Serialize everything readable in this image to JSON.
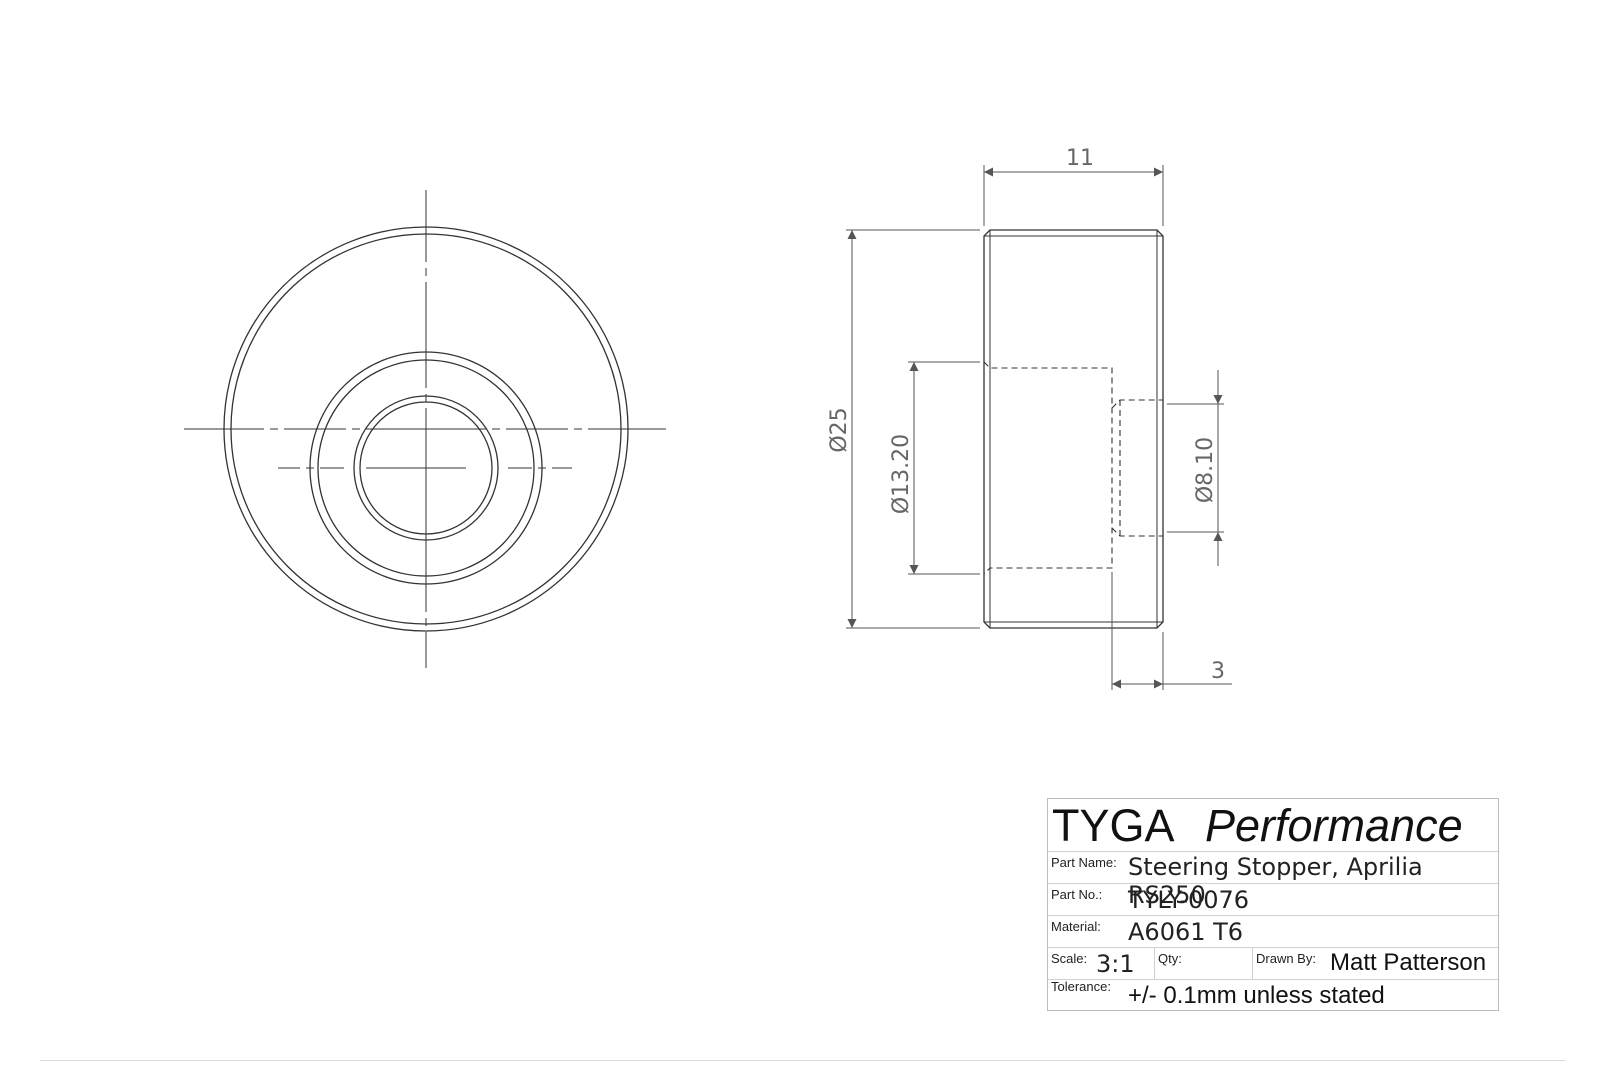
{
  "dimensions": {
    "length": "11",
    "outer_diameter": "Ø25",
    "bore_diameter": "Ø13.20",
    "through_hole_diameter": "Ø8.10",
    "wall_thickness": "3"
  },
  "title_block": {
    "company": "TYGA",
    "company_tagline": "Performance",
    "part_name_label": "Part Name:",
    "part_name": "Steering Stopper, Aprilia RS250",
    "part_no_label": "Part No.:",
    "part_no": "TYLY-0076",
    "material_label": "Material:",
    "material": "A6061 T6",
    "scale_label": "Scale:",
    "scale": "3:1",
    "qty_label": "Qty:",
    "qty": "",
    "drawn_by_label": "Drawn By:",
    "drawn_by": "Matt Patterson",
    "tolerance_label": "Tolerance:",
    "tolerance": "+/- 0.1mm unless stated"
  },
  "colors": {
    "line": "#333333",
    "dimension": "#666666",
    "border": "#bdbdbd"
  }
}
